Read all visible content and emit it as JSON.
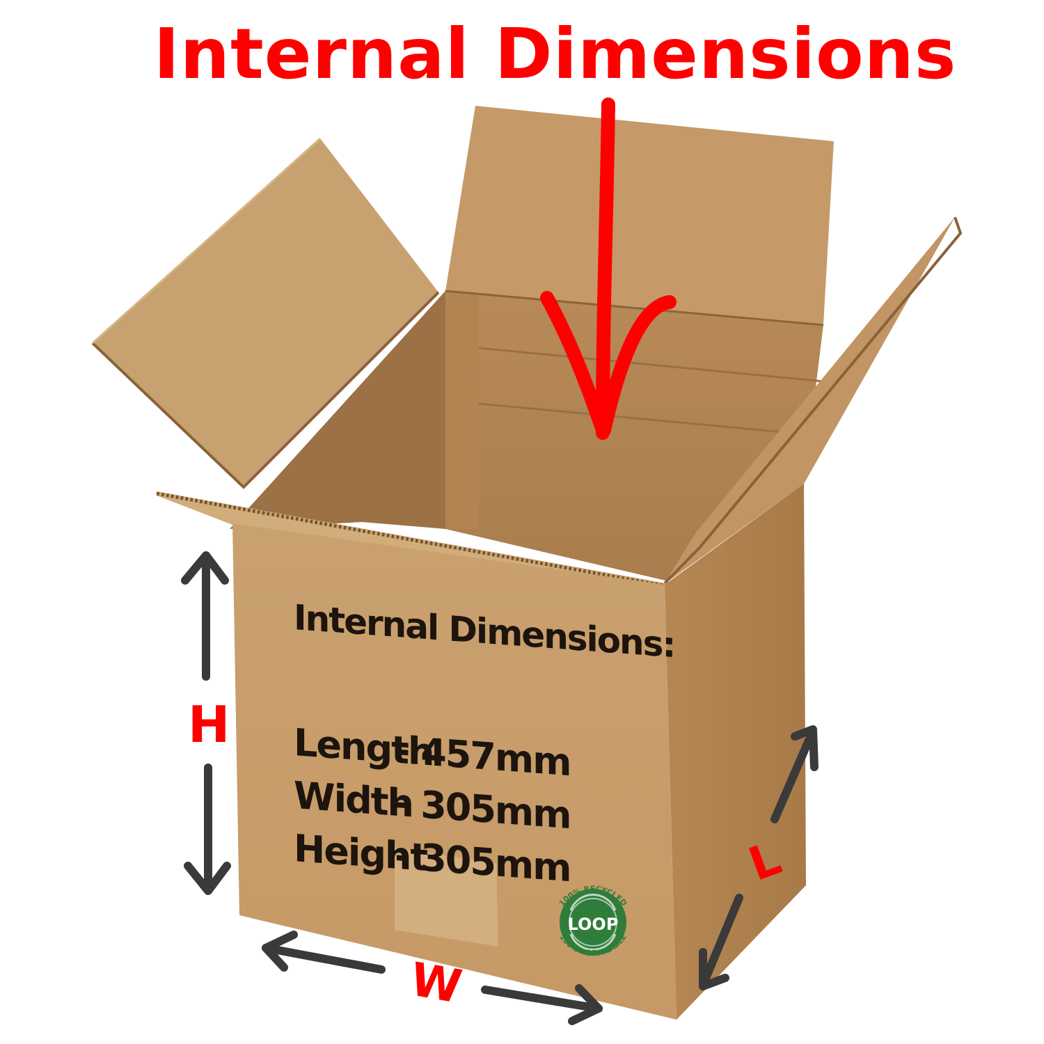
{
  "headline": "Internal Dimensions",
  "box_print": {
    "title": "Internal Dimensions:",
    "rows": [
      {
        "name": "Length",
        "value": "- 457mm"
      },
      {
        "name": "Width",
        "value": "- 305mm"
      },
      {
        "name": "Height",
        "value": "- 305mm"
      }
    ]
  },
  "axis_labels": {
    "height": "H",
    "width": "W",
    "length": "L"
  },
  "logo": {
    "top": "100% RECYCLED",
    "name": "LOOP",
    "bottom": "100% RECYCLABLE"
  },
  "colors": {
    "headline": "#ff0000",
    "arrow": "#ff0000",
    "dimension_arrows": "#3a3a3a",
    "cardboard": "#c9a06d",
    "logo": "#2f7d3a"
  }
}
